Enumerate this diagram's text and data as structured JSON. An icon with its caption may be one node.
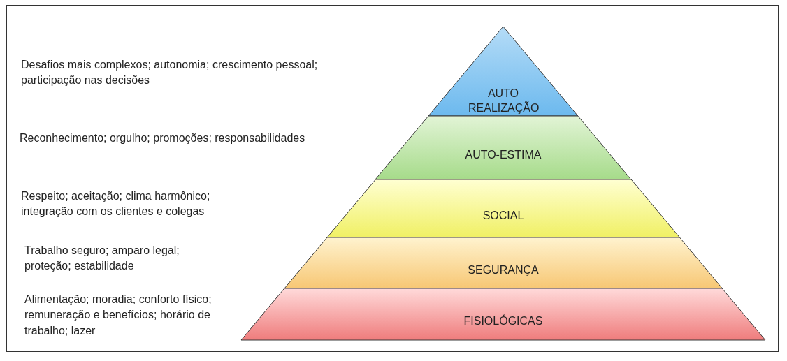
{
  "diagram": {
    "nodes": [
      {
        "text": [
          "AUTO REALIZAÇÃO"
        ]
      },
      {
        "text": [
          "AUTO-ESTIMA"
        ]
      },
      {
        "text": [
          "SOCIAL"
        ]
      },
      {
        "text": [
          "SEGURANÇA"
        ]
      },
      {
        "text": [
          "FISIOLÓGICAS"
        ]
      }
    ],
    "edges": [],
    "labels": [
      "Desafios mais complexos; autonomia; crescimento pessoal; participação nas decisões",
      "Reconhecimento; orgulho; promoções; responsabilidades",
      "Respeito; aceitação; clima harmônico; integração com os clientes e colegas",
      "Trabalho seguro; amparo legal; proteção; estabilidade",
      "Alimentação; moradia; conforto físico; remuneração e benefícios; horário de trabalho; lazer"
    ]
  }
}
